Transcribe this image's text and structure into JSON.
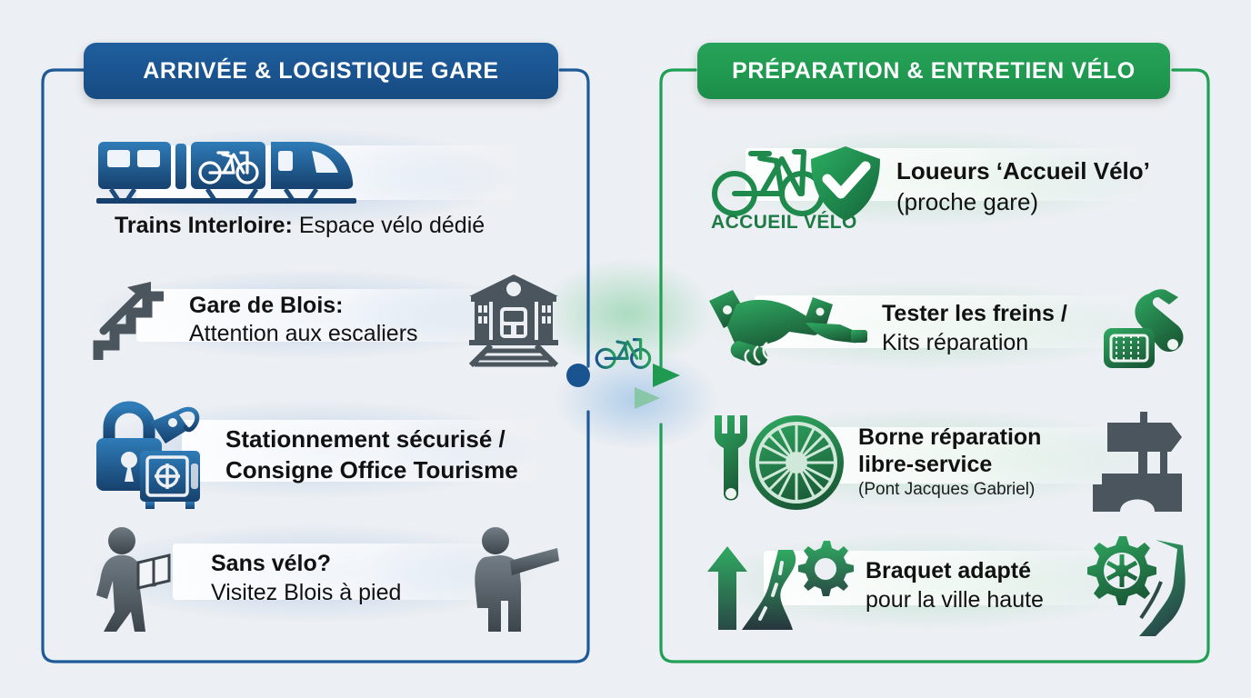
{
  "meta": {
    "background_color": "#eceff3",
    "accent_blue": "#1a5490",
    "accent_green": "#209a50"
  },
  "left_panel": {
    "header": "ARRIVÉE & LOGISTIQUE GARE",
    "header_color": "#1a5490",
    "items": [
      {
        "icon": "train-with-bike-carriage-icon",
        "bold": "Trains Interloire:",
        "regular": "Espace vélo dédié",
        "layout": "icon-above-text"
      },
      {
        "icon_left": "stairs-up-arrow-icon",
        "icon_right": "train-station-building-icon",
        "bold": "Gare de Blois:",
        "regular": "Attention aux escaliers",
        "layout": "icon-text-icon"
      },
      {
        "icon_left": "padlock-and-safe-icon",
        "bold_line1": "Stationnement sécurisé /",
        "bold_line2": "Consigne Office Tourisme",
        "layout": "icon-text"
      },
      {
        "icon_left": "walking-tourist-with-map-icon",
        "icon_right": "person-pointing-icon",
        "bold": "Sans vélo?",
        "regular": "Visitez Blois à pied",
        "layout": "icon-text-icon"
      }
    ]
  },
  "right_panel": {
    "header": "PRÉPARATION & ENTRETIEN VÉLO",
    "header_color": "#209a50",
    "items": [
      {
        "icon_left": "bicycle-icon",
        "icon_badge": "shield-check-icon",
        "badge_label": "ACCUEIL VÉLO",
        "bold": "Loueurs ‘Accueil Vélo’",
        "regular": "(proche gare)",
        "layout": "icon-text"
      },
      {
        "icon_left": "handshake-icon",
        "icon_right": "wrench-and-repair-kit-icon",
        "bold": "Tester les freins /",
        "regular": "Kits réparation",
        "layout": "icon-text-icon"
      },
      {
        "icon_left": "wrench-and-wheel-icon",
        "icon_right": "bridge-signpost-icon",
        "bold_line1": "Borne réparation",
        "bold_line2": "libre-service",
        "note": "(Pont Jacques Gabriel)",
        "layout": "icon-text-icon"
      },
      {
        "icon_left": "uphill-road-gear-icon",
        "icon_right": "chainring-cyclist-leg-icon",
        "bold": "Braquet adapté",
        "regular": "pour la ville haute",
        "layout": "icon-text-icon"
      }
    ]
  },
  "connector": {
    "icon": "bicycle-transition-icon",
    "start_dot": "connector-start-dot",
    "arrow_primary": "arrow-right-solid",
    "arrow_secondary": "arrow-right-faded",
    "gradient_from": "#1a5490",
    "gradient_to": "#209a50"
  }
}
